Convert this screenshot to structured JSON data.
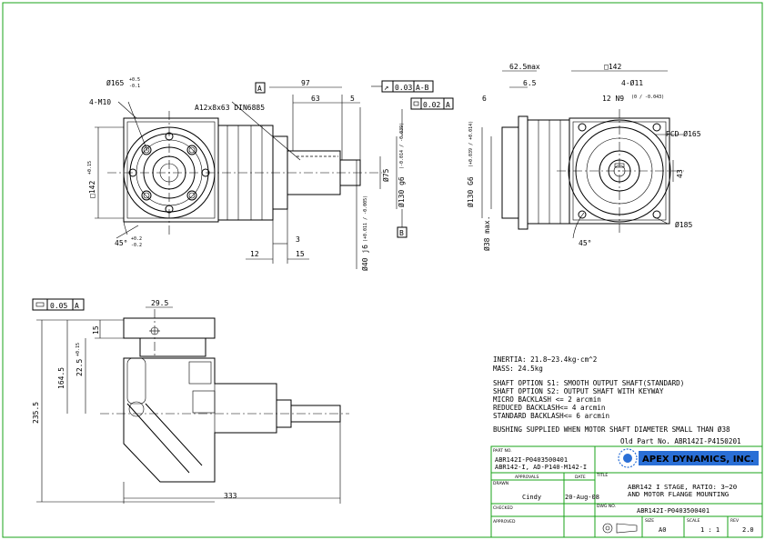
{
  "front_view": {
    "dims": {
      "d165": "Ø165",
      "d165_tol_upper": "+0.5",
      "d165_tol_lower": "-0.1",
      "holes": "4-M10",
      "sq142": "□142",
      "sq142_tol": "+0.15",
      "angle45": "45°",
      "angle45_tol_upper": "+0.2",
      "angle45_tol_lower": "-0.2",
      "key": "A12x8x63 DIN6885",
      "len97": "97",
      "len63": "63",
      "len5": "5",
      "len12": "12",
      "len3": "3",
      "len15": "15",
      "d75": "Ø75",
      "d130": "Ø130 g6",
      "d130_tol": "(-0.014 / -0.039)",
      "d40": "Ø40 j6",
      "d40_tol": "(+0.011 / -0.005)"
    },
    "gdt": {
      "datum_a": "A",
      "datum_b": "B",
      "runout_value": "0.03",
      "runout_ref": "A-B",
      "flat_value": "0.02",
      "flat_ref": "A"
    }
  },
  "side_view": {
    "dims": {
      "len62_5": "62.5max",
      "sq142": "□142",
      "len6": "6",
      "len6_5": "6.5",
      "d11": "4-Ø11",
      "n9": "12 N9",
      "n9_tol": "(0 / -0.043)",
      "pcd": "PCD Ø165",
      "d130": "Ø130 G6",
      "d130_tol": "(+0.039 / +0.014)",
      "len43": "43",
      "d185": "Ø185",
      "angle45": "45°",
      "d38": "Ø38 max."
    }
  },
  "bottom_view": {
    "dims": {
      "flat_value": "0.05",
      "flat_ref": "A",
      "len29_5": "29.5",
      "len15": "15",
      "len235_5": "235.5",
      "len164_5": "164.5",
      "len22_5": "22.5",
      "len22_5_tol": "+0.15",
      "len333": "333"
    }
  },
  "specs": {
    "inertia": "INERTIA:  21.8~23.4kg·cm^2",
    "mass": "MASS: 24.5kg",
    "shaft1": "SHAFT OPTION S1: SMOOTH OUTPUT SHAFT(STANDARD)",
    "shaft2": "SHAFT OPTION S2: OUTPUT SHAFT WITH KEYWAY",
    "micro": "MICRO BACKLASH <= 2 arcmin",
    "reduced": "REDUCED BACKLASH<= 4 arcmin",
    "standard": "STANDARD BACKLASH<= 6 arcmin",
    "bushing": "BUSHING SUPPLIED WHEN MOTOR SHAFT DIAMETER SMALL THAN Ø38",
    "old_part": "Old Part No. ABR142I-P4150201"
  },
  "title_block": {
    "part_no_label": "PART NO.",
    "part_no_1": "ABR142I-P0403500401",
    "part_no_2": "ABR142-I, AD-P140-M142-I",
    "company": "APEX DYNAMICS, INC.",
    "approvals_label": "APPROVALS",
    "date_label": "DATE",
    "title_label": "TITLE",
    "drawn_label": "DRAWN",
    "drawn_by": "Cindy",
    "drawn_date": "20-Aug-08",
    "title_1": "ABR142 I STAGE, RATIO: 3~20",
    "title_2": "AND MOTOR FLANGE MOUNTING",
    "checked_label": "CHECKED",
    "dwg_no_label": "DWG NO.",
    "dwg_no": "ABR142I-P0403500401",
    "approved_label": "APPROVED",
    "size_label": "SIZE",
    "size": "A0",
    "scale_label": "SCALE",
    "scale": "1 : 1",
    "rev_label": "REV",
    "rev": "2.0"
  },
  "colors": {
    "border": "#1aa31a",
    "ink": "#000000",
    "logo": "#2a6fd6"
  }
}
